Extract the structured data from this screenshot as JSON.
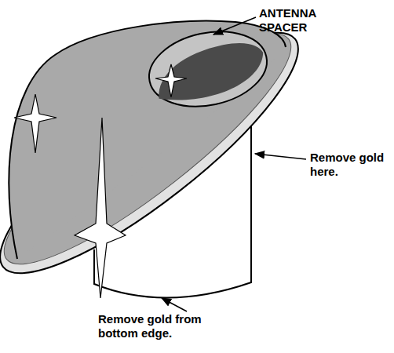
{
  "diagram": {
    "labels": [
      "ANTENNA SPACER",
      "Remove gold here.",
      "Remove gold from bottom edge."
    ]
  }
}
